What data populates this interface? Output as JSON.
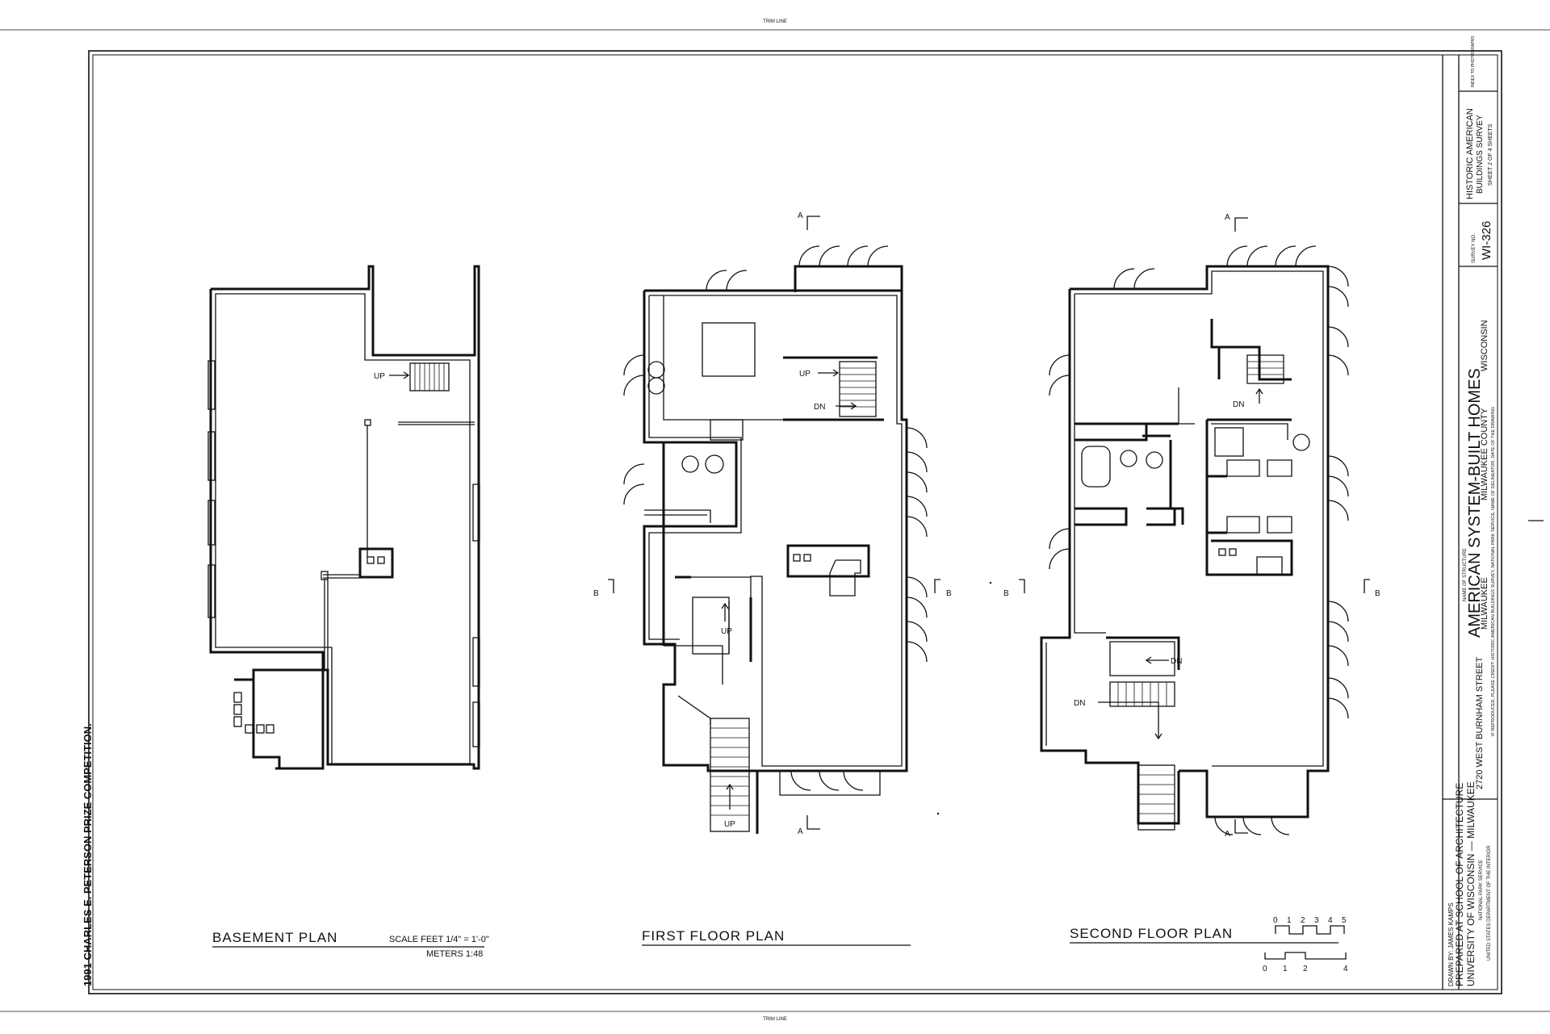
{
  "trim_line_label": "TRIM LINE",
  "competition_note": "1991 CHARLES E. PETERSON PRIZE COMPETITION.",
  "plans": {
    "basement": {
      "title": "BASEMENT PLAN",
      "up_label": "UP"
    },
    "first": {
      "title": "FIRST FLOOR PLAN",
      "up_label": "UP",
      "dn_label": "DN"
    },
    "second": {
      "title": "SECOND FLOOR PLAN",
      "dn_label": "DN"
    },
    "section_a": "A",
    "section_b": "B"
  },
  "scale": {
    "feet_label": "SCALE  FEET 1/4\" = 1'-0\"",
    "meters_label": "METERS 1:48",
    "feet_ticks": [
      "0",
      "1",
      "2",
      "3",
      "4",
      "5"
    ],
    "meter_ticks": [
      "0",
      "1",
      "2",
      "4"
    ]
  },
  "title_block": {
    "drawn_by": "DRAWN BY: JAMES KAMPS",
    "prepared_line1": "PREPARED AT SCHOOL OF ARCHITECTURE",
    "prepared_line2": "UNIVERSITY OF WISCONSIN — MILWAUKEE",
    "nps": "NATIONAL PARK SERVICE",
    "doi": "UNITED STATES DEPARTMENT OF THE INTERIOR",
    "structure_name_caption": "NAME OF STRUCTURE",
    "structure_name": "AMERICAN SYSTEM-BUILT HOMES",
    "address": "2720 WEST BURNHAM STREET",
    "city": "MILWAUKEE",
    "county": "MILWAUKEE COUNTY",
    "state": "WISCONSIN",
    "credit_note": "IF REPRODUCED, PLEASE CREDIT: HISTORIC AMERICAN BUILDINGS SURVEY, NATIONAL PARK SERVICE, NAME OF DELINEATOR, DATE OF THE DRAWING",
    "survey_no_label": "SURVEY NO.",
    "survey_no": "WI-326",
    "habs_line1": "HISTORIC AMERICAN",
    "habs_line2": "BUILDINGS SURVEY",
    "sheet_label": "SHEET 2 OF 4 SHEETS",
    "index_label": "INDEX TO PHOTOGRAPHS"
  }
}
